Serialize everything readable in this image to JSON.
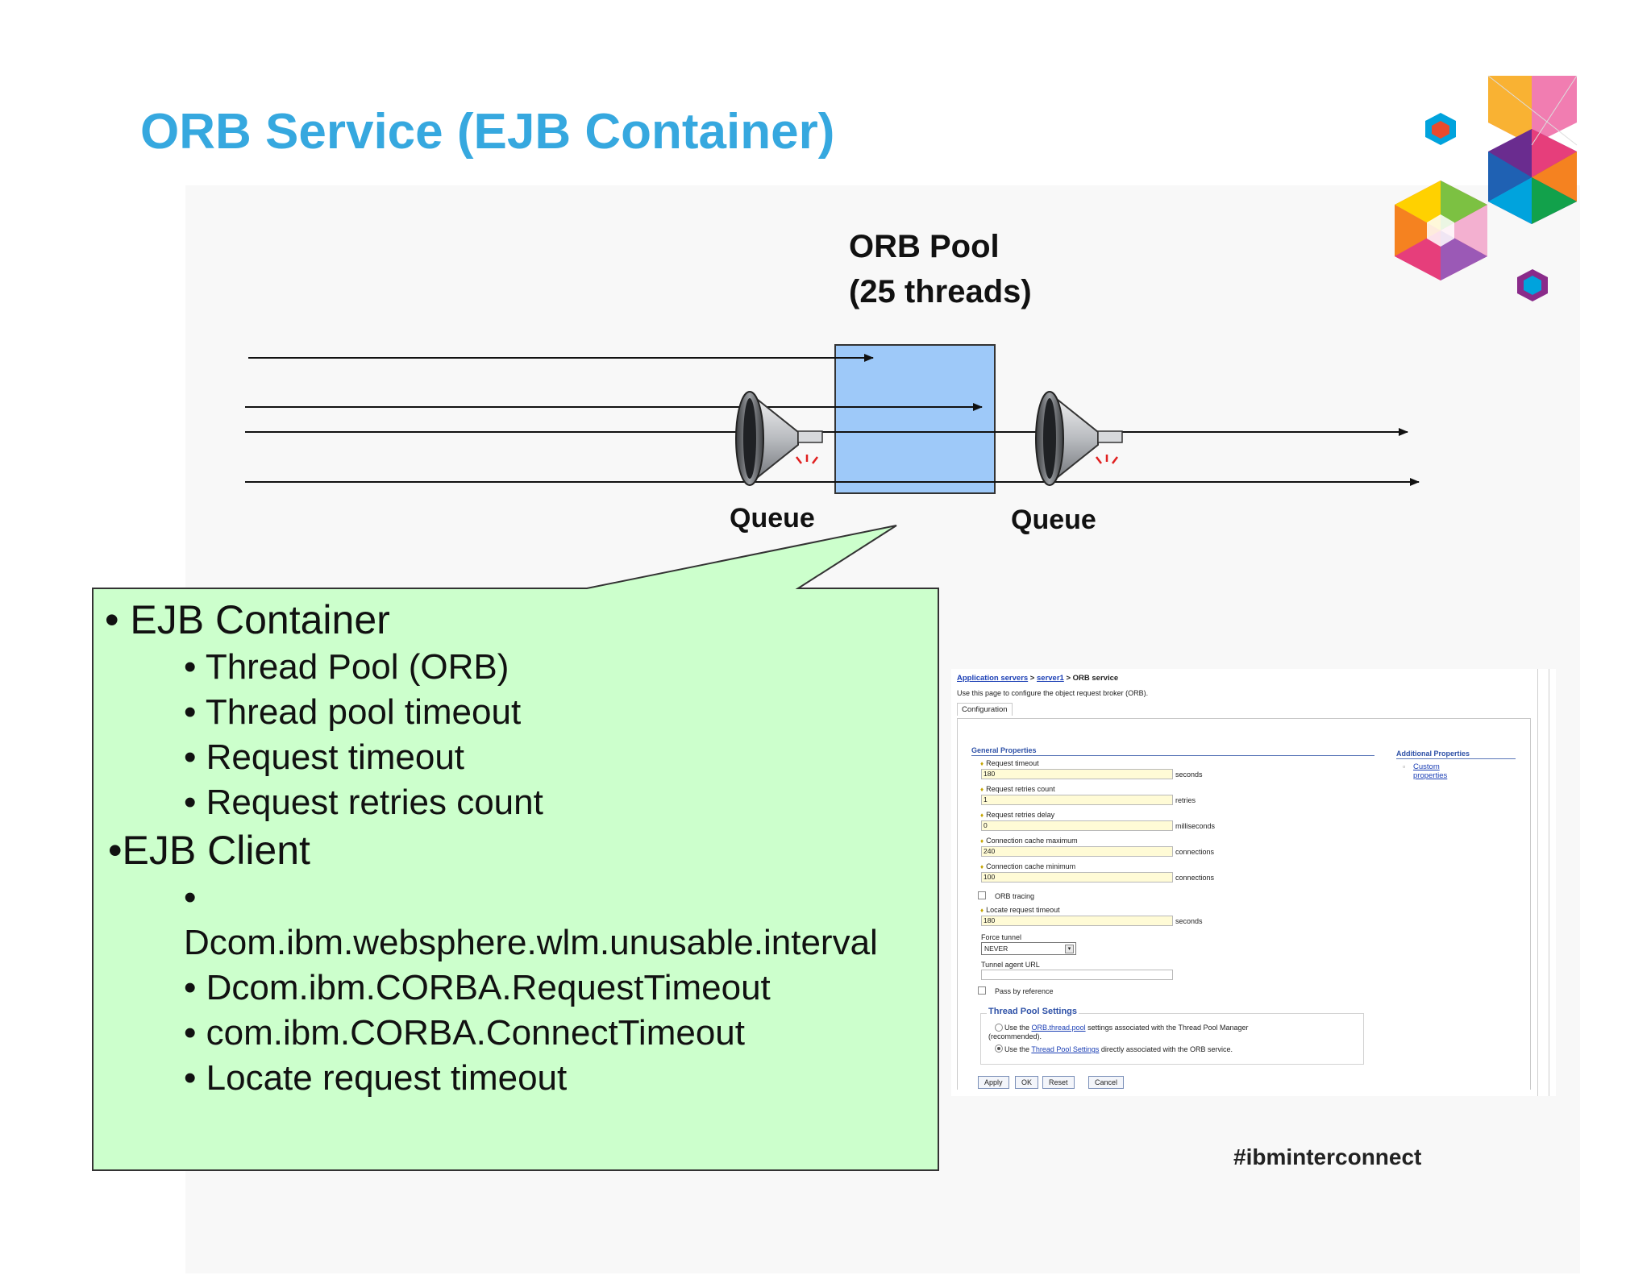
{
  "slide": {
    "title": "ORB Service (EJB Container)",
    "hashtag": "#ibminterconnect"
  },
  "diagram": {
    "pool_label_line1": "ORB Pool",
    "pool_label_line2": "(25 threads)",
    "queue_left": "Queue",
    "queue_right": "Queue",
    "colors": {
      "pool_fill": "#9ec9f9",
      "callout_fill": "#ccffcc",
      "title_blue": "#36a8df"
    }
  },
  "callout": {
    "ejb_container": "• EJB Container",
    "container_items": [
      "• Thread Pool (ORB)",
      "• Thread pool timeout",
      "• Request timeout",
      "• Request retries count"
    ],
    "ejb_client": "•EJB Client",
    "client_bullet": "•",
    "client_items": [
      "Dcom.ibm.websphere.wlm.unusable.interval",
      "• Dcom.ibm.CORBA.RequestTimeout",
      "• com.ibm.CORBA.ConnectTimeout",
      "• Locate request timeout"
    ]
  },
  "console": {
    "breadcrumb": {
      "link1": "Application servers",
      "sep": " > ",
      "link2": "server1",
      "current": "ORB service"
    },
    "description": "Use this page to configure the object request broker (ORB).",
    "tab": "Configuration",
    "general_properties": "General Properties",
    "additional_properties": "Additional Properties",
    "custom_properties_line1": "Custom",
    "custom_properties_line2": "properties",
    "fields": {
      "request_timeout": {
        "label": "Request timeout",
        "value": "180",
        "unit": "seconds"
      },
      "request_retries_count": {
        "label": "Request retries count",
        "value": "1",
        "unit": "retries"
      },
      "request_retries_delay": {
        "label": "Request retries delay",
        "value": "0",
        "unit": "milliseconds"
      },
      "connection_cache_maximum": {
        "label": "Connection cache maximum",
        "value": "240",
        "unit": "connections"
      },
      "connection_cache_minimum": {
        "label": "Connection cache minimum",
        "value": "100",
        "unit": "connections"
      },
      "locate_request_timeout": {
        "label": "Locate request timeout",
        "value": "180",
        "unit": "seconds"
      }
    },
    "orb_tracing": "ORB tracing",
    "force_tunnel_label": "Force tunnel",
    "force_tunnel_value": "NEVER",
    "tunnel_agent_url": "Tunnel agent URL",
    "pass_by_reference": "Pass by reference",
    "thread_pool_settings": "Thread Pool Settings",
    "radio1_prefix": "Use the ",
    "radio1_link": "ORB.thread.pool",
    "radio1_suffix": " settings associated with the Thread Pool Manager",
    "radio1_line2": "(recommended).",
    "radio2_prefix": "Use the ",
    "radio2_link": "Thread Pool Settings",
    "radio2_suffix": " directly associated with the ORB service.",
    "buttons": {
      "apply": "Apply",
      "ok": "OK",
      "reset": "Reset",
      "cancel": "Cancel"
    }
  }
}
